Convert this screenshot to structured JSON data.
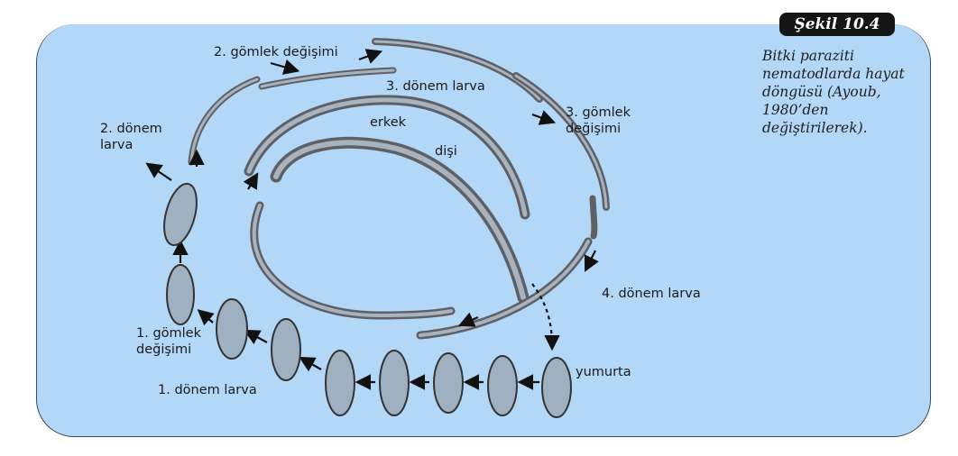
{
  "figure": {
    "badge": "Şekil 10.4",
    "caption": "Bitki paraziti nematodlarda hayat döngüsü (Ayoub, 1980’den değiştirilerek)."
  },
  "labels": {
    "molt2": "2. gömlek değişimi",
    "stage3": "3. dönem larva",
    "male": "erkek",
    "female": "dişi",
    "molt3_line1": "3. gömlek",
    "molt3_line2": "değişimi",
    "stage2_line1": "2. dönem",
    "stage2_line2": "larva",
    "stage4": "4. dönem larva",
    "molt1_line1": "1. gömlek",
    "molt1_line2": "değişimi",
    "stage1": "1. dönem larva",
    "egg": "yumurta"
  },
  "colors": {
    "panel": "#b3d7f7",
    "badge": "#151515"
  }
}
